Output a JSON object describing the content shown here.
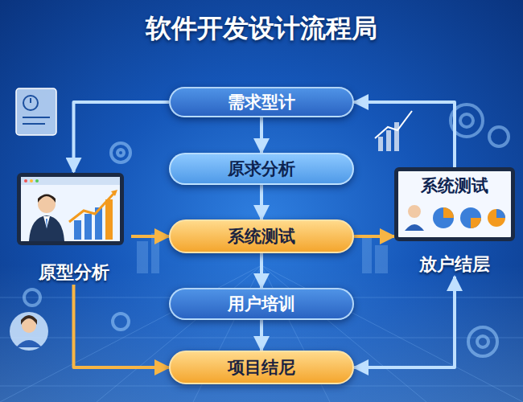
{
  "diagram": {
    "title": "软件开发设计流程局",
    "nodes": [
      {
        "text": [
          "需求型计"
        ]
      },
      {
        "text": [
          "原求分析"
        ]
      },
      {
        "text": [
          "系统测试"
        ]
      },
      {
        "text": [
          "用户培训"
        ]
      },
      {
        "text": [
          "项目结尼"
        ]
      },
      {
        "text": [
          "原型分析"
        ]
      },
      {
        "text": [
          "系统测试",
          "放户结层"
        ]
      }
    ],
    "edges": [
      {
        "from": 0,
        "to": 1,
        "arrow": "to"
      },
      {
        "from": 1,
        "to": 2,
        "arrow": "to"
      },
      {
        "from": 2,
        "to": 3,
        "arrow": "to"
      },
      {
        "from": 3,
        "to": 4,
        "arrow": "to"
      },
      {
        "from": 0,
        "to": 5,
        "arrow": "to"
      },
      {
        "from": 5,
        "to": 2,
        "arrow": "to"
      },
      {
        "from": 5,
        "to": 4,
        "arrow": "to"
      },
      {
        "from": 2,
        "to": 6,
        "arrow": "to"
      },
      {
        "from": 6,
        "to": 0,
        "arrow": "to"
      },
      {
        "from": 4,
        "to": 6,
        "arrow": "both"
      }
    ]
  }
}
